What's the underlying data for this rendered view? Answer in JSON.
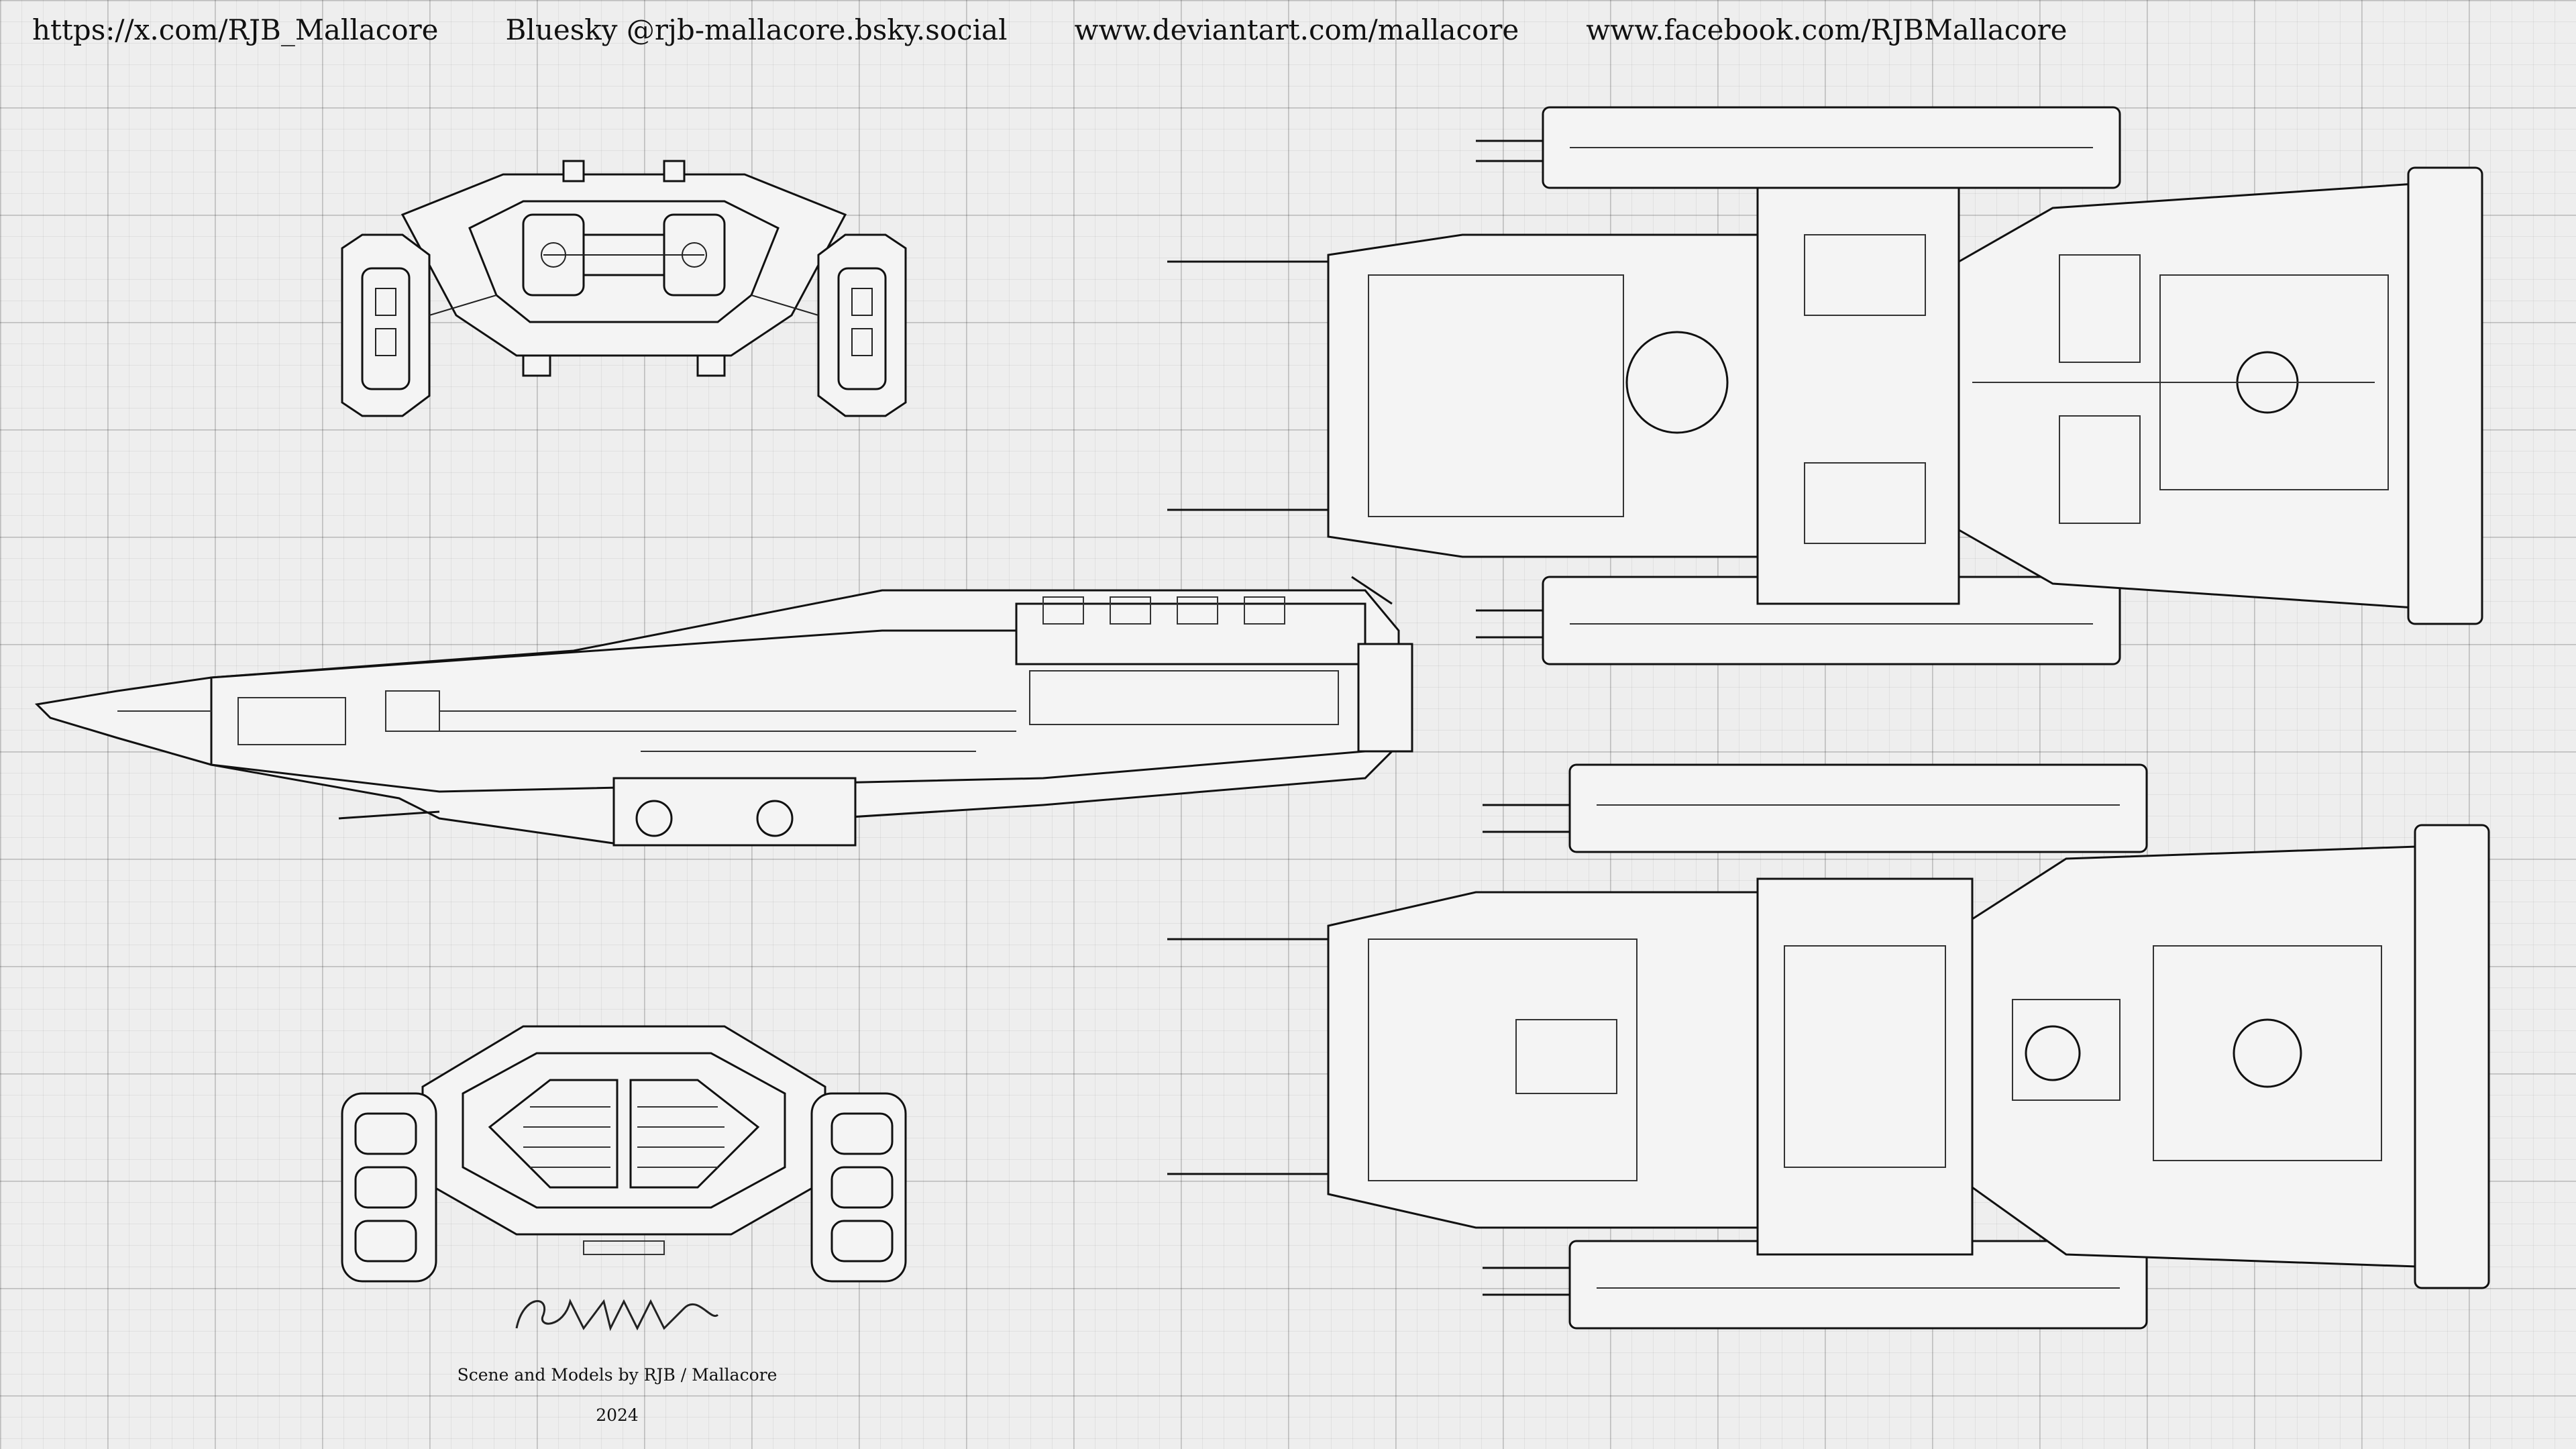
{
  "header": {
    "links": [
      "https://x.com/RJB_Mallacore",
      "Bluesky @rjb-mallacore.bsky.social",
      "www.deviantart.com/mallacore",
      "www.facebook.com/RJBMallacore"
    ]
  },
  "credits": {
    "signature": "RJB/MALLACORE",
    "line": "Scene and Models by RJB / Mallacore",
    "year": "2024"
  },
  "colors": {
    "paper": "#eeeeee",
    "ink": "#111111",
    "grid": "#c8c8c8"
  }
}
